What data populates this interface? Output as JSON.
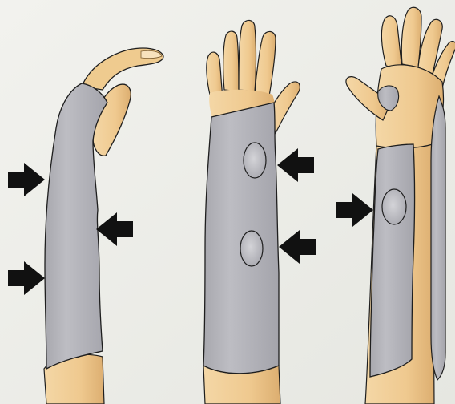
{
  "figure": {
    "panels": [
      {
        "name": "side-view",
        "arrows": 3
      },
      {
        "name": "front-view",
        "arrows": 2,
        "holes": 2
      },
      {
        "name": "back-view",
        "arrows": 1,
        "holes": 1
      }
    ]
  },
  "colors": {
    "background": "#edeee9",
    "splint": "#b6b6bc",
    "splint_shade": "#9c9ca3",
    "skin": "#eecb95",
    "skin_shade": "#d6a96b",
    "outline": "#1e1e1e",
    "arrow": "#111111",
    "hole": "#c8c8cd"
  }
}
